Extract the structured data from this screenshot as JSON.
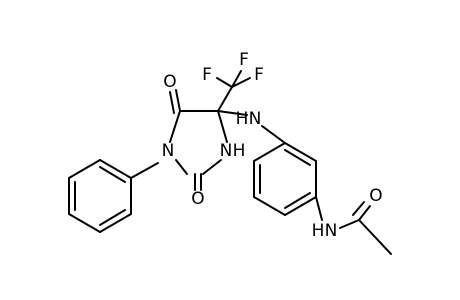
{
  "structure": {
    "atom_labels": {
      "o_top": "O",
      "o_bottom": "O",
      "n_ring_left": "N",
      "nh_ring": "N",
      "nh_amino": "N",
      "f_left": "F",
      "f_top": "F",
      "f_right": "F",
      "o_acetyl": "O",
      "nh_amide": "N"
    },
    "implicit_h_labels": {
      "nh_ring": "H",
      "nh_amino": "H",
      "nh_amide": "H"
    }
  }
}
